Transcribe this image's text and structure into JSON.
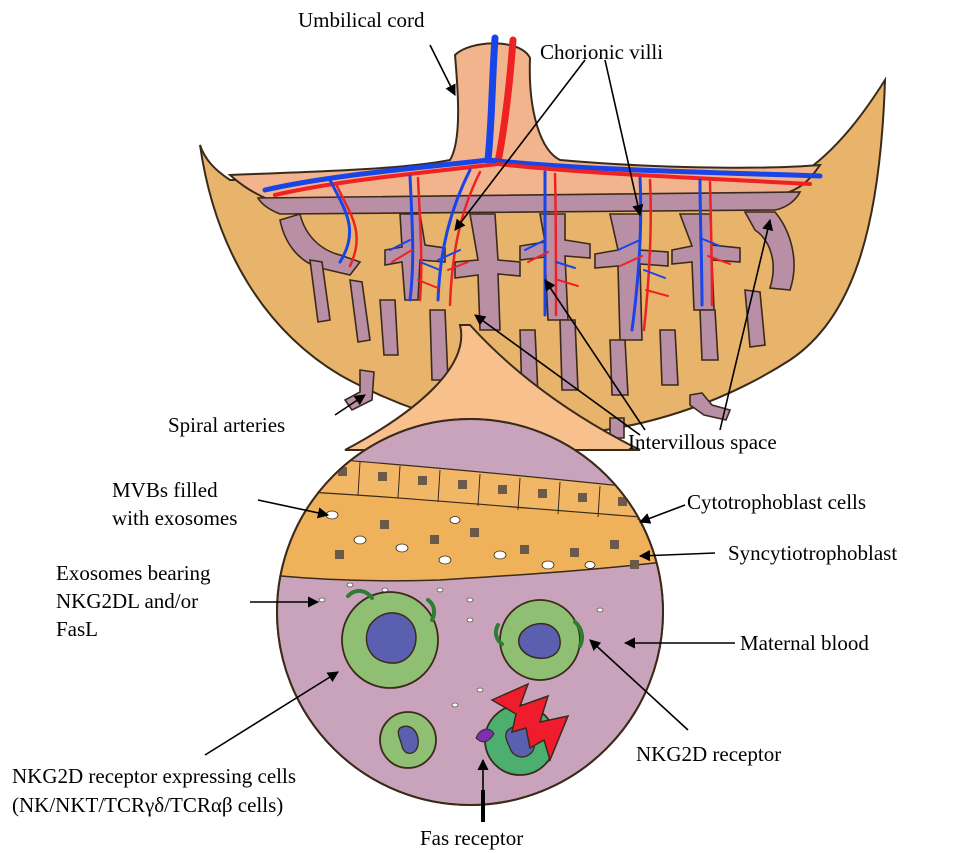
{
  "diagram": {
    "labels": {
      "umbilical_cord": "Umbilical cord",
      "chorionic_villi": "Chorionic villi",
      "spiral_arteries": "Spiral arteries",
      "intervillous_space": "Intervillous space",
      "mvbs_line1": "MVBs filled",
      "mvbs_line2": "with exosomes",
      "cytotrophoblast": "Cytotrophoblast cells",
      "syncytiotrophoblast": "Syncytiotrophoblast",
      "exosomes_line1": "Exosomes bearing",
      "exosomes_line2": "NKG2DL and/or",
      "exosomes_line3": "FasL",
      "maternal_blood": "Maternal blood",
      "nkg2d_receptor": "NKG2D receptor",
      "nkg2d_cells_line1": "NKG2D receptor expressing cells",
      "nkg2d_cells_line2": "(NK/NKT/TCRγδ/TCRαβ cells)",
      "fas_receptor": "Fas receptor"
    },
    "colors": {
      "placenta_outer": "#E8B36A",
      "chorionic_plate": "#F2B48C",
      "villi_tissue": "#B98FA6",
      "artery_red": "#EE2222",
      "vein_blue": "#1844E8",
      "cytotrophoblast": "#EFB25A",
      "maternal_blood": "#C9A3BC",
      "cell_body": "#8EBF73",
      "cell_nucleus": "#5B5FB0",
      "nkg2d_receptor": "#2E7D32",
      "fas_receptor": "#7E2FB0",
      "bolt": "#EE1C2C",
      "zoom_cone": "#F7C08C"
    }
  }
}
